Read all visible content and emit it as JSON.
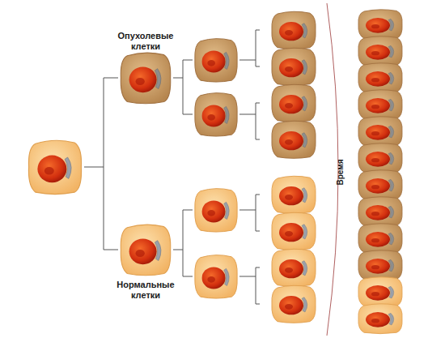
{
  "diagram": {
    "labels": [
      "Опухолевые клетки",
      "Нормальные клетки",
      "Время"
    ]
  }
}
